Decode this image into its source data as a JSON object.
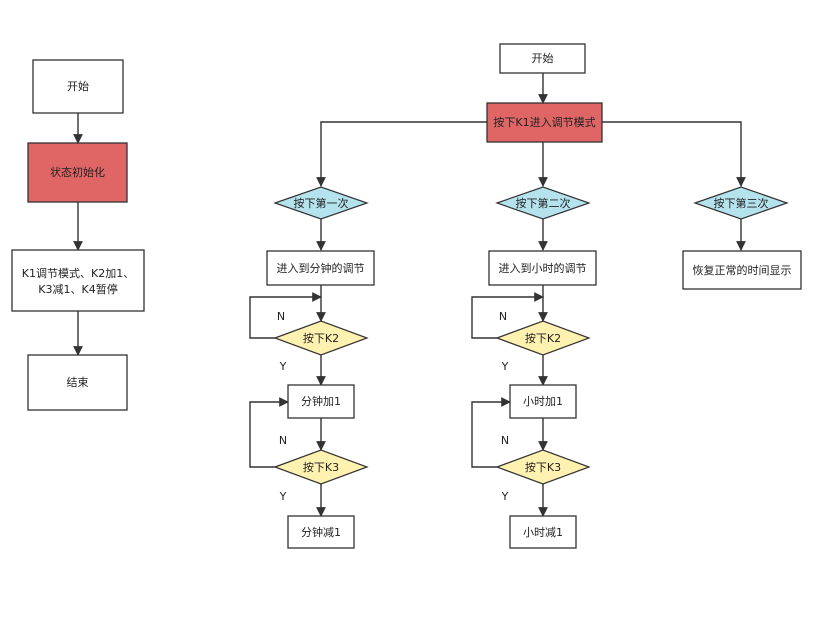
{
  "left_flow": {
    "start": "开始",
    "init": "状态初始化",
    "keys_line1": "K1调节模式、K2加1、",
    "keys_line2": "K3减1、K4暂停",
    "end": "结束"
  },
  "right_flow": {
    "start": "开始",
    "k1_adjust": "按下K1进入调节模式",
    "first_press": "按下第一次",
    "second_press": "按下第二次",
    "third_press": "按下第三次",
    "minute_mode": "进入到分钟的调节",
    "hour_mode": "进入到小时的调节",
    "restore": "恢复正常的时间显示",
    "press_k2": "按下K2",
    "press_k3": "按下K3",
    "minute_add": "分钟加1",
    "minute_sub": "分钟减1",
    "hour_add": "小时加1",
    "hour_sub": "小时减1",
    "no": "N",
    "yes": "Y"
  },
  "colors": {
    "highlight_box": "#e06666",
    "press_count_diamond": "#b4e3ee",
    "key_check_diamond": "#fff2b0",
    "lines": "#333333"
  }
}
